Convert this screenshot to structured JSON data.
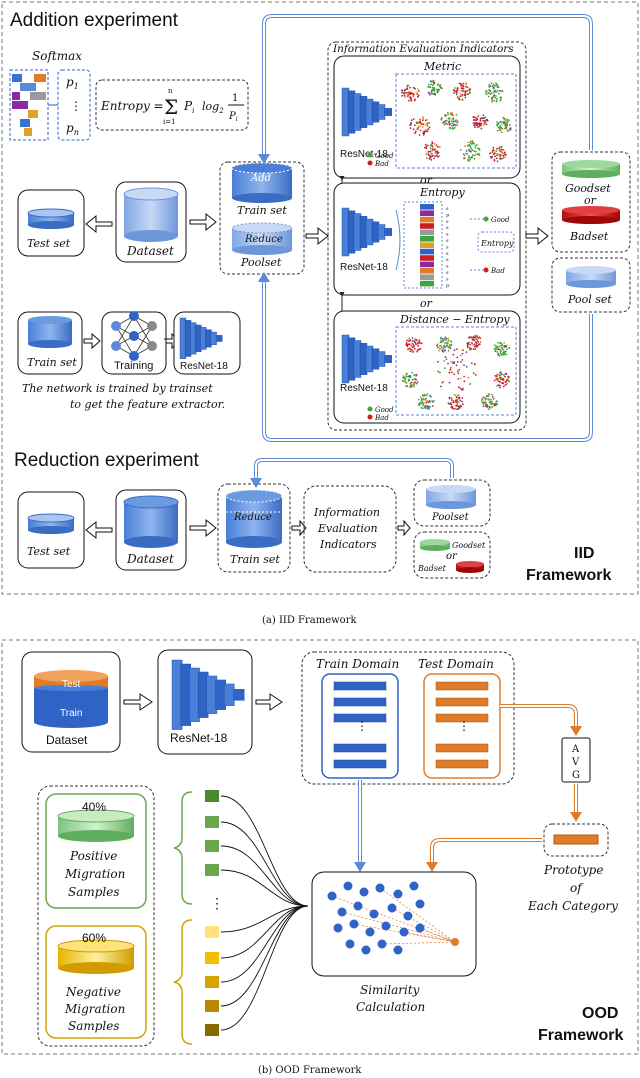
{
  "iid": {
    "addition_title": "Addition experiment",
    "softmax_label": "Softmax",
    "p1": "p",
    "p1_sub": "1",
    "pdots": "⋮",
    "pn": "p",
    "pn_sub": "n",
    "entropy_formula": "Entropy = Σ P log 1/P",
    "entropy_lhs": "Entropy =",
    "entropy_sum_top": "n",
    "entropy_sum_bottom": "i=1",
    "entropy_pi": "P",
    "entropy_log": "log",
    "entropy_log_base": "2",
    "entropy_frac_num": "1",
    "entropy_frac_den": "P",
    "entropy_pi_sub": "i",
    "test_set": "Test set",
    "dataset": "Dataset",
    "add": "Add",
    "train_set": "Train set",
    "reduce": "Reduce",
    "poolset": "Poolset",
    "indicators_title": "Information Evaluation Indicators",
    "metric": "Metric",
    "entropy": "Entropy",
    "distance_entropy": "Distance − Entropy",
    "or": "or",
    "resnet": "ResNet-18",
    "good": "Good",
    "bad": "Bad",
    "entropy_box": "Entropy",
    "s_labels": [
      "s",
      "p",
      "s",
      "s",
      "s",
      "s",
      "s",
      "s",
      "s",
      "s",
      "s",
      "s",
      "p"
    ],
    "goodset": "Goodset",
    "badset": "Badset",
    "pool_set": "Pool set",
    "training": "Training",
    "train_set2": "Train set",
    "note_line1": "The network is trained by trainset",
    "note_line2": "to get the feature extractor.",
    "reduction_title": "Reduction experiment",
    "info_eval_1": "Information",
    "info_eval_2": "Evaluation",
    "info_eval_3": "Indicators",
    "poolset2": "Poolset",
    "goodset2": "Goodset",
    "badset2": "Badset",
    "framework_1": "IID",
    "framework_2": "Framework",
    "caption": "(a) IID Framework"
  },
  "ood": {
    "test": "Test",
    "train": "Train",
    "dataset": "Dataset",
    "resnet": "ResNet-18",
    "train_domain": "Train Domain",
    "test_domain": "Test Domain",
    "dots": "⋮",
    "avg_a": "A",
    "avg_v": "V",
    "avg_g": "G",
    "pos_pct": "40%",
    "pos_1": "Positive",
    "pos_2": "Migration",
    "pos_3": "Samples",
    "neg_pct": "60%",
    "neg_1": "Negative",
    "neg_2": "Migration",
    "neg_3": "Samples",
    "prototype_1": "Prototype",
    "prototype_2": "of",
    "prototype_3": "Each Category",
    "similarity_1": "Similarity",
    "similarity_2": "Calculation",
    "vdots": "⋮",
    "framework_1": "OOD",
    "framework_2": "Framework",
    "caption": "(b) OOD Framework"
  },
  "colors": {
    "blue": "#2f63c6",
    "lightblue": "#6a9be0",
    "green": "#6aa84f",
    "orange": "#e07b2a",
    "red": "#cc1f1f",
    "gold": "#e8b400"
  }
}
